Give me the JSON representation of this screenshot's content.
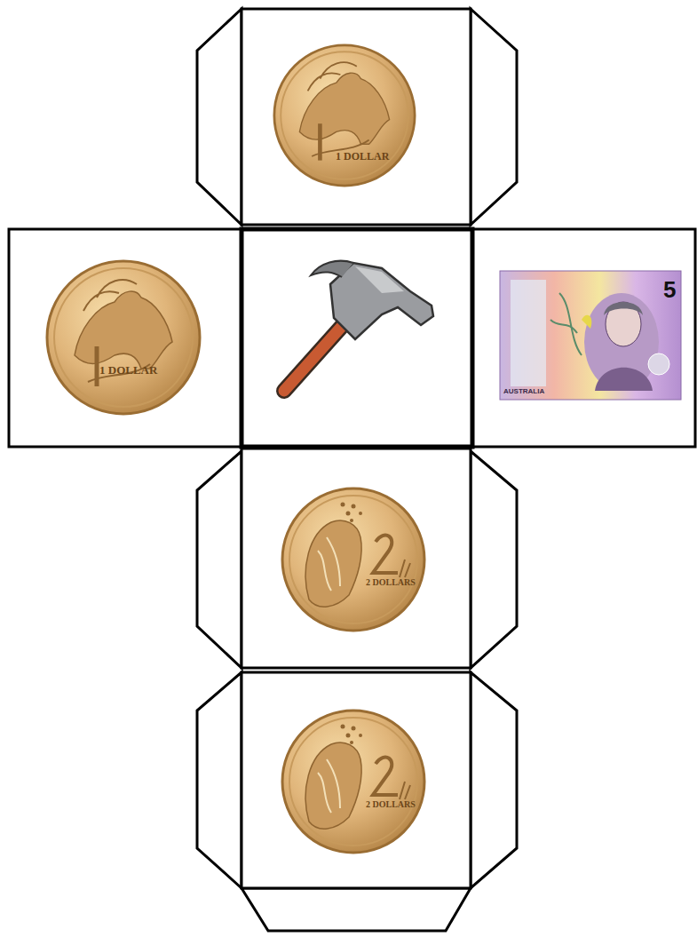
{
  "diagram": {
    "labels": [
      "1 DOLLAR",
      "1 DOLLAR",
      "2 DOLLARS",
      "2 DOLLARS",
      "5",
      "AUSTRALIA"
    ]
  }
}
